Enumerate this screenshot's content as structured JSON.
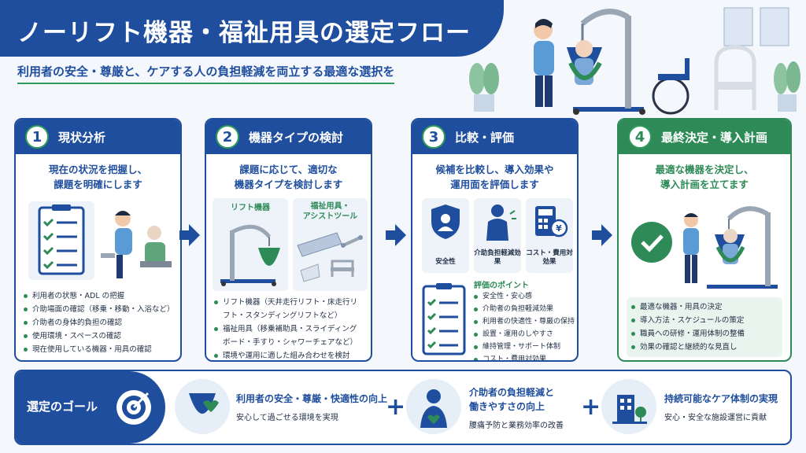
{
  "header": {
    "title": "ノーリフト機器・福祉用具の選定フロー",
    "subtitle": "利用者の安全・尊厳と、ケアする人の負担軽減を両立する最適な選択を"
  },
  "steps": [
    {
      "number": "1",
      "title": "現状分析",
      "lead_1": "現在の状況を把握し、",
      "lead_2": "課題を明確にします",
      "bullets": [
        "利用者の状態・ADL の把握",
        "介助場面の確認（移乗・移動・入浴など）",
        "介助者の身体的負担の確認",
        "使用環境・スペースの確認",
        "現在使用している機器・用具の確認"
      ]
    },
    {
      "number": "2",
      "title": "機器タイプの検討",
      "lead_1": "課題に応じて、適切な",
      "lead_2": "機器タイプを検討します",
      "box_left": "リフト機器",
      "box_right_1": "福祉用具・",
      "box_right_2": "アシストツール",
      "bullets": [
        "リフト機器（天井走行リフト・床走行リフト・スタンディングリフトなど）",
        "福祉用具（移乗補助具・スライディングボード・手すり・シャワーチェアなど）",
        "環境や運用に適した組み合わせを検討"
      ]
    },
    {
      "number": "3",
      "title": "比較・評価",
      "lead_1": "候補を比較し、導入効果や",
      "lead_2": "運用面を評価します",
      "tiles": [
        "安全性",
        "介助負担軽減効果",
        "コスト・費用対効果"
      ],
      "points_title": "評価のポイント",
      "bullets": [
        "安全性・安心感",
        "介助者の負担軽減効果",
        "利用者の快適性・尊厳の保持",
        "設置・運用のしやすさ",
        "維持管理・サポート体制",
        "コスト・費用対効果"
      ]
    },
    {
      "number": "4",
      "title": "最終決定・導入計画",
      "lead_1": "最適な機器を決定し、",
      "lead_2": "導入計画を立てます",
      "bullets": [
        "最適な機器・用具の決定",
        "導入方法・スケジュールの策定",
        "職員への研修・運用体制の整備",
        "効果の確認と継続的な見直し"
      ]
    }
  ],
  "goal": {
    "label": "選定のゴール",
    "items": [
      {
        "title": "利用者の安全・尊厳・快適性の向上",
        "sub": "安心して過ごせる環境を実現"
      },
      {
        "title_1": "介助者の負担軽減と",
        "title_2": "働きやすさの向上",
        "sub": "腰痛予防と業務効率の改善"
      },
      {
        "title": "持続可能なケア体制の実現",
        "sub": "安心・安全な施設運営に貢献"
      }
    ]
  },
  "colors": {
    "primary": "#1f4e9e",
    "accent": "#2e8b57",
    "background": "#f4f7fb"
  },
  "icons": [
    "patient-lift-icon",
    "checklist-icon",
    "shield-icon",
    "person-relief-icon",
    "calculator-yen-icon",
    "check-circle-icon",
    "target-icon",
    "sling-heart-icon",
    "caregiver-heart-icon",
    "building-tree-icon"
  ]
}
